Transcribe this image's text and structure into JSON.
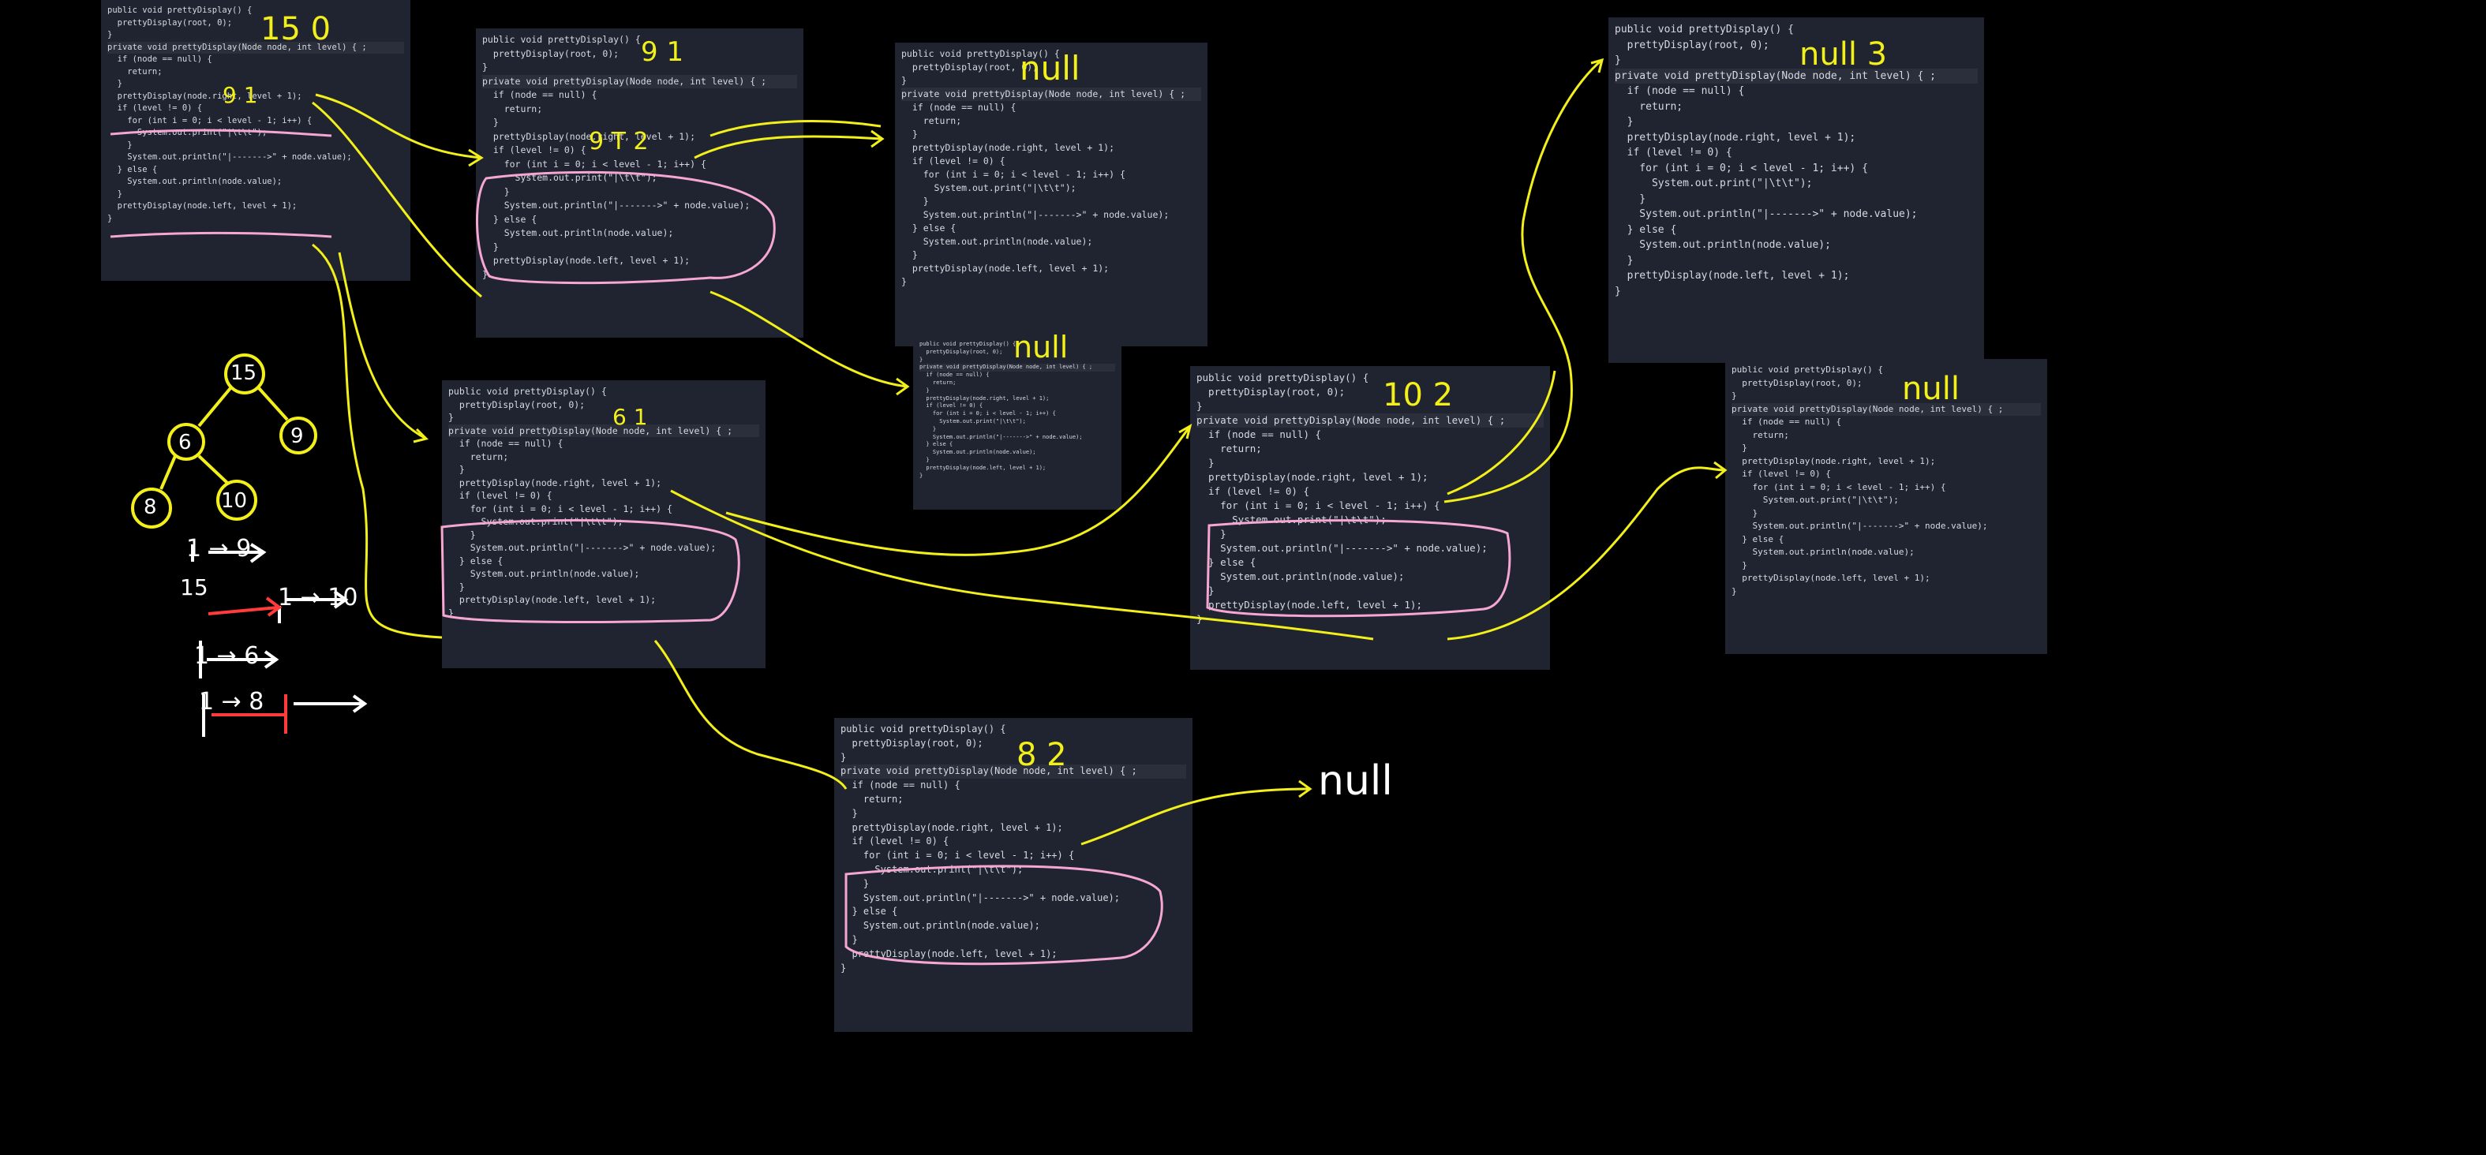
{
  "colors": {
    "background": "#000000",
    "panel_bg": "#1f2430",
    "code_text": "#d7dae0",
    "keyword": "#7aa2f7",
    "method": "#e6c07b",
    "string": "#f1b7a5",
    "ink_yellow": "#f2ef1a",
    "ink_pink": "#f6a6d3",
    "ink_white": "#ffffff",
    "ink_red": "#ff3b3b"
  },
  "code_lines": [
    "public void prettyDisplay() {",
    "  prettyDisplay(root, 0);",
    "}",
    "",
    "private void prettyDisplay(Node node, int level) { ;",
    "  if (node == null) {",
    "    return;",
    "  }",
    "",
    "  prettyDisplay(node.right, level + 1);",
    "",
    "  if (level != 0) {",
    "    for (int i = 0; i < level - 1; i++) {",
    "      System.out.print(\"|\\t\\t\");",
    "    }",
    "    System.out.println(\"|------->\" + node.value);",
    "  } else {",
    "    System.out.println(node.value);",
    "  }",
    "  prettyDisplay(node.left, level + 1);",
    "}"
  ],
  "panels": [
    {
      "id": "call-15-0",
      "note": "15 0"
    },
    {
      "id": "call-9-1",
      "note": "9 1"
    },
    {
      "id": "call-null-2a",
      "note": "null"
    },
    {
      "id": "call-null-2b",
      "note": "null"
    },
    {
      "id": "call-6-1",
      "note": "6 1"
    },
    {
      "id": "call-10-2",
      "note": "10 2"
    },
    {
      "id": "call-null-3",
      "note": "null 3"
    },
    {
      "id": "call-null-3b",
      "note": "null"
    },
    {
      "id": "call-8-2",
      "note": "8 2"
    }
  ],
  "annotations": {
    "tree_nodes": [
      "15",
      "6",
      "9",
      "8",
      "10"
    ],
    "inline_notes": [
      "9 1",
      "9 T 2",
      "6 1"
    ],
    "null_return": "null",
    "output_sketch": [
      "1 → 9",
      "15",
      "1 → 10",
      "1 → 6",
      "1 → 8"
    ]
  }
}
